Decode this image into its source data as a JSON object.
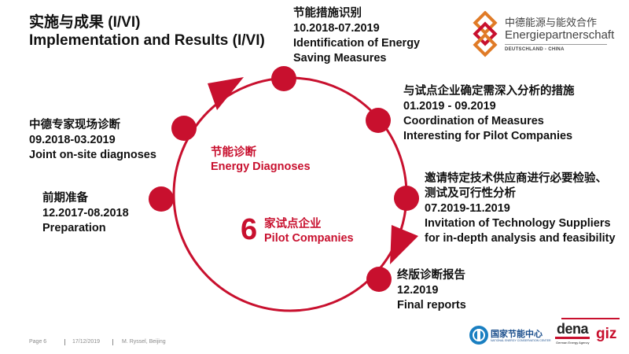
{
  "title": {
    "cn": "实施与成果 (I/VI)",
    "en": "Implementation and Results (I/VI)"
  },
  "stages": {
    "identification": {
      "cn": "节能措施识别",
      "date": "10.2018-07.2019",
      "en1": "Identification of Energy",
      "en2": "Saving Measures"
    },
    "coordination": {
      "cn": "与试点企业确定需深入分析的措施",
      "date": "01.2019 - 09.2019",
      "en1": "Coordination of Measures",
      "en2": "Interesting for Pilot Companies"
    },
    "invitation": {
      "cn1": "邀请特定技术供应商进行必要检验、",
      "cn2": "测试及可行性分析",
      "date": "07.2019-11.2019",
      "en1": "Invitation of Technology Suppliers",
      "en2": "for in-depth analysis and feasibility"
    },
    "final": {
      "cn": "终版诊断报告",
      "date": "12.2019",
      "en": "Final reports"
    },
    "preparation": {
      "cn": "前期准备",
      "date": "12.2017-08.2018",
      "en": "Preparation"
    },
    "joint": {
      "cn": "中德专家现场诊断",
      "date": "09.2018-03.2019",
      "en": "Joint on-site diagnoses"
    }
  },
  "center": {
    "diag_cn": "节能诊断",
    "diag_en": "Energy Diagnoses",
    "count": "6",
    "pilot_cn": "家试点企业",
    "pilot_en": "Pilot Companies"
  },
  "logo": {
    "cn": "中德能源与能效合作",
    "de": "Energiepartnerschaft",
    "sub": "DEUTSCHLAND - CHINA"
  },
  "partners": {
    "nce": "国家节能中心",
    "nce_sub": "NATIONAL ENERGY CONSERVATION CENTER",
    "dena": "dena",
    "dena_sub": "German Energy Agency",
    "giz": "giz"
  },
  "footer": {
    "page": "Page 6",
    "date": "17/12/2019",
    "author": "M. Ryssel, Beijing"
  },
  "colors": {
    "accent": "#c8102e",
    "text": "#111111",
    "footer": "#8a8a8a"
  }
}
